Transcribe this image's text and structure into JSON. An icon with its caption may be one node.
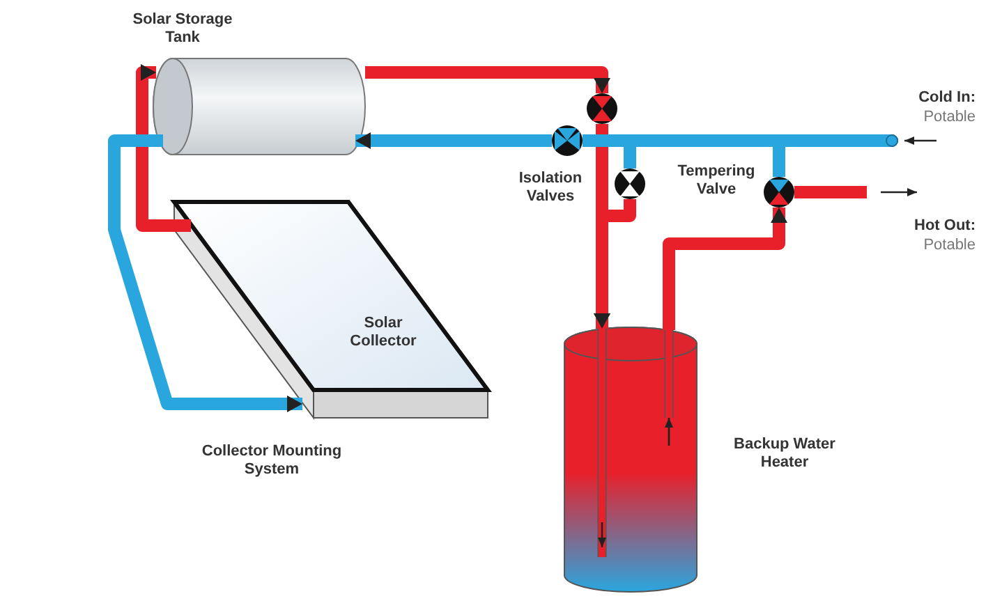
{
  "diagram": {
    "nodes": [
      {
        "text": [
          "Solar Storage Tank"
        ]
      },
      {
        "text": [
          "Solar Collector"
        ]
      },
      {
        "text": [
          "Backup Water Heater"
        ]
      },
      {
        "text": [],
        "shape": "circle"
      },
      {
        "text": [],
        "shape": "circle"
      },
      {
        "text": [],
        "shape": "circle"
      },
      {
        "text": [
          "Tempering Valve"
        ]
      }
    ],
    "edges": [
      {
        "from": 1,
        "to": 0,
        "arrow": "to"
      },
      {
        "from": 0,
        "to": 1,
        "arrow": "to",
        "color": "#2aa6df"
      },
      {
        "from": 0,
        "to": 3,
        "arrow": "to"
      },
      {
        "from": 3,
        "to": 2,
        "arrow": "to"
      },
      {
        "from": 4,
        "to": 0,
        "arrow": "to",
        "color": "#2aa6df"
      },
      {
        "from": null,
        "to": 4,
        "arrow": "other",
        "color": "#2aa6df"
      },
      {
        "from": null,
        "to": 5,
        "arrow": "other",
        "color": "#2aa6df"
      },
      {
        "from": null,
        "to": 6,
        "arrow": "other",
        "color": "#2aa6df"
      },
      {
        "from": 5,
        "to": 2,
        "arrow": "to"
      },
      {
        "from": 2,
        "to": 6,
        "arrow": "to"
      },
      {
        "from": 6,
        "to": null,
        "arrow": "none"
      }
    ],
    "labels": [
      "Isolation Valves",
      "Cold In:",
      "Potable",
      "Hot Out:",
      "Potable",
      "Collector Mounting System"
    ]
  }
}
